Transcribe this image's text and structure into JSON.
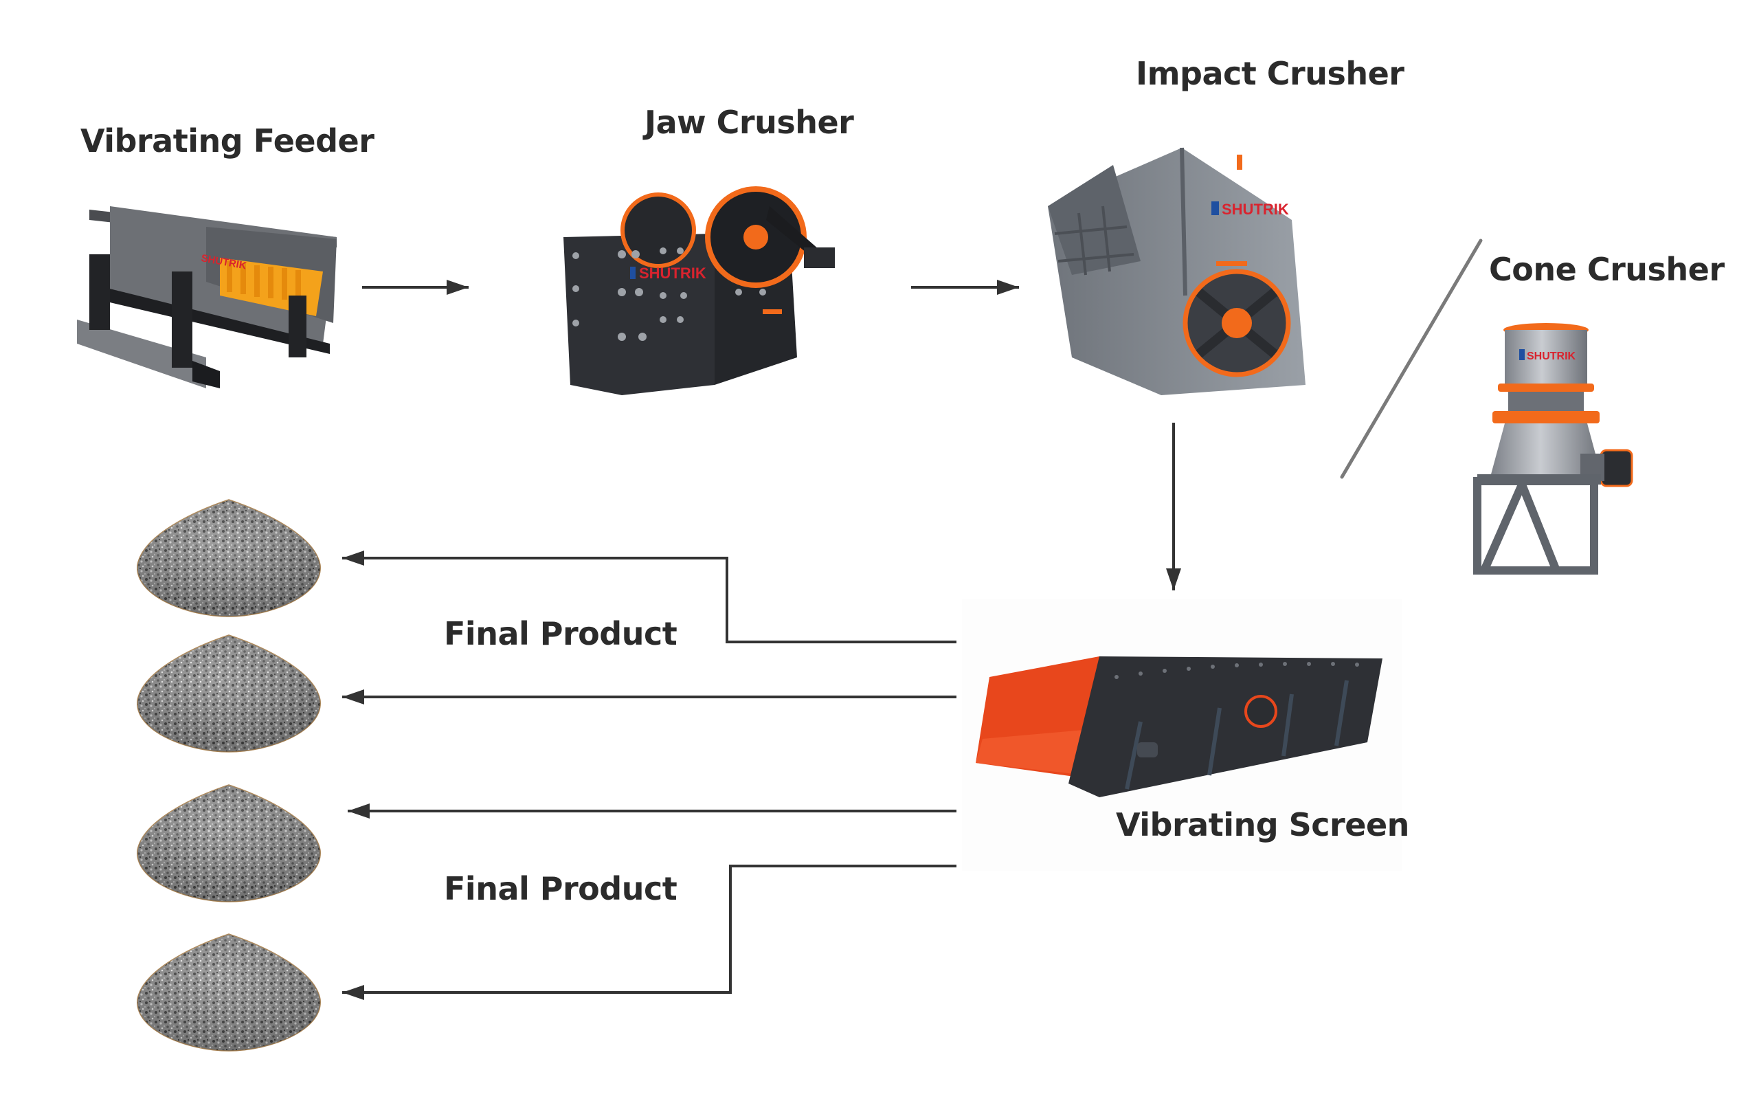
{
  "diagram": {
    "title": "Crushing plant process flow",
    "colors": {
      "text": "#2b2b2b",
      "arrow": "#333333",
      "divider": "#7a7a7a",
      "machine_dark": "#2e3035",
      "machine_gray": "#7c8088",
      "machine_light_gray": "#a2a7ae",
      "accent_orange": "#f26a1b",
      "screen_orange": "#e8471c",
      "brand_red": "#d9232e",
      "brand_blue": "#1f4fa0",
      "pile_gray": "#8a8a8a"
    },
    "brand_mark": "SHUTRIK",
    "nodes": {
      "vibrating_feeder": {
        "label": "Vibrating Feeder"
      },
      "jaw_crusher": {
        "label": "Jaw Crusher"
      },
      "impact_crusher": {
        "label": "Impact Crusher"
      },
      "cone_crusher": {
        "label": "Cone Crusher"
      },
      "vibrating_screen": {
        "label": "Vibrating Screen"
      }
    },
    "products": [
      {
        "label": "Final Product"
      },
      {
        "label": "Final Product"
      }
    ],
    "product_piles": [
      {
        "name": "product-pile-1"
      },
      {
        "name": "product-pile-2"
      },
      {
        "name": "product-pile-3"
      },
      {
        "name": "product-pile-4"
      }
    ],
    "flows": [
      {
        "from": "Vibrating Feeder",
        "to": "Jaw Crusher"
      },
      {
        "from": "Jaw Crusher",
        "to": "Impact Crusher"
      },
      {
        "from": "Impact Crusher",
        "to": "Vibrating Screen"
      },
      {
        "from": "Vibrating Screen",
        "to": "Final Product 1"
      },
      {
        "from": "Vibrating Screen",
        "to": "Final Product 2"
      },
      {
        "from": "Vibrating Screen",
        "to": "Final Product 3"
      },
      {
        "from": "Vibrating Screen",
        "to": "Final Product 4"
      }
    ],
    "alternative_note": "Impact Crusher / Cone Crusher (alternative, separated by slash)"
  }
}
